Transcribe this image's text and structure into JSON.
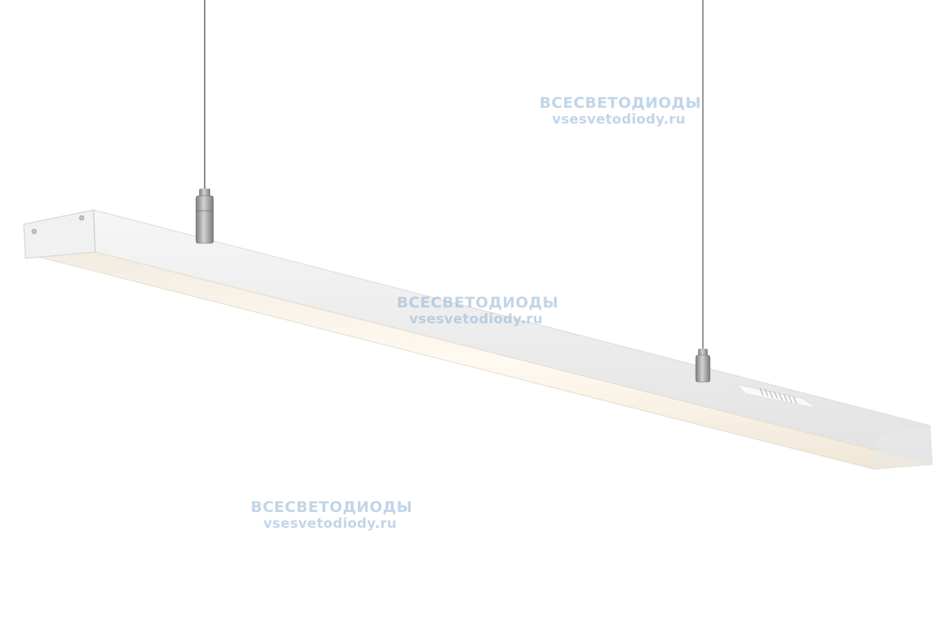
{
  "image": {
    "background": "#ffffff",
    "subject": "pendant-linear-led-luminaire",
    "colors": {
      "body": "#f4f4f4",
      "diffuser": "#fbf6ec",
      "cable": "#6c6c6c",
      "mount": "#9a9a9a",
      "watermark": "#8fb4d6"
    }
  },
  "watermarks": [
    {
      "title": "ВСЕСВЕТОДИОДЫ",
      "url": "vsesvetodiody.ru"
    },
    {
      "title": "ВСЕСВЕТОДИОДЫ",
      "url": "vsesvetodiody.ru"
    },
    {
      "title": "ВСЕСВЕТОДИОДЫ",
      "url": "vsesvetodiody.ru"
    }
  ]
}
